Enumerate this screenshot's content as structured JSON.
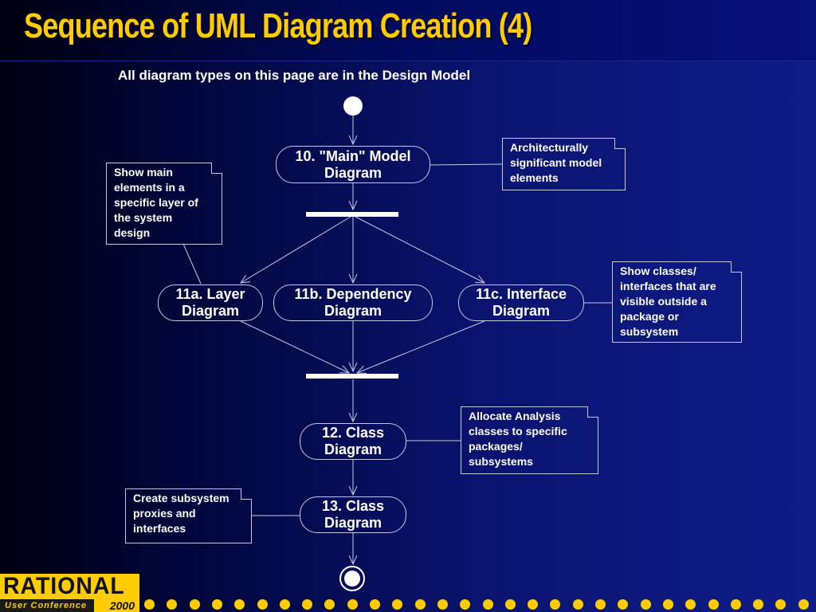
{
  "slide": {
    "title": "Sequence of UML Diagram Creation (4)",
    "subtitle": "All diagram types on this page are in the Design Model"
  },
  "nodes": {
    "main_model": "10. \"Main\" Model\nDiagram",
    "layer": "11a. Layer\nDiagram",
    "dependency": "11b. Dependency\nDiagram",
    "interface": "11c. Interface\nDiagram",
    "class12": "12. Class\nDiagram",
    "class13": "13. Class\nDiagram"
  },
  "notes": {
    "architecturally": "Architecturally\n significant model\n elements",
    "show_main": "Show main\n elements in a\n specific layer of\nthe system\ndesign",
    "show_classes": "Show classes/\n interfaces that are\n visible outside a\n package or\nsubsystem",
    "allocate": "Allocate Analysis\nclasses to specific\n packages/\nsubsystems",
    "create_subsystem": "Create subsystem\n proxies and\ninterfaces"
  },
  "footer": {
    "logo": "RATIONAL",
    "logo_sub": "User Conference",
    "logo_year": "2000",
    "dot_count": 30,
    "accent_color": "#ffcc00"
  }
}
